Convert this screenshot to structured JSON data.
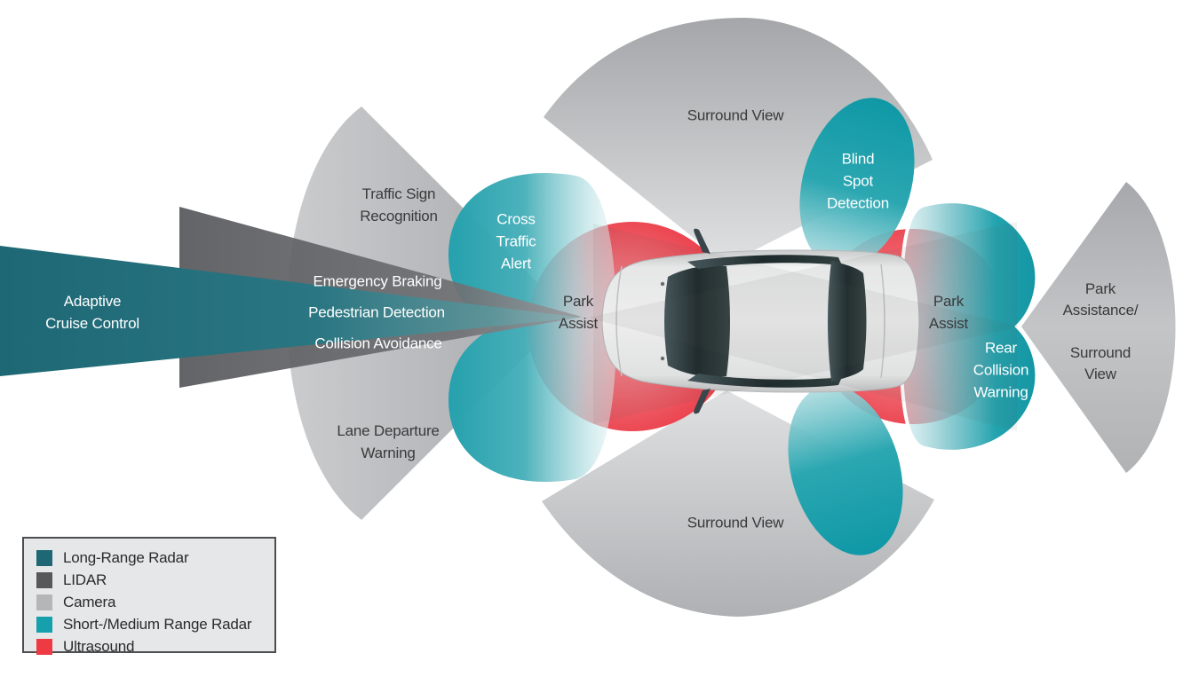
{
  "diagram": {
    "title": "ADAS sensor coverage diagram (car top view)",
    "zones": {
      "adaptive_cruise_control": {
        "label": "Adaptive\nCruise Control",
        "sensor": "Long-Range Radar"
      },
      "traffic_sign_recognition": {
        "label": "Traffic Sign\nRecognition",
        "sensor": "Camera"
      },
      "emergency_braking": {
        "label": "Emergency Braking",
        "sensor": "LIDAR"
      },
      "pedestrian_detection": {
        "label": "Pedestrian Detection",
        "sensor": "LIDAR"
      },
      "collision_avoidance": {
        "label": "Collision Avoidance",
        "sensor": "LIDAR"
      },
      "lane_departure_warning": {
        "label": "Lane Departure\nWarning",
        "sensor": "Camera"
      },
      "cross_traffic_alert": {
        "label": "Cross\nTraffic\nAlert",
        "sensor": "Short-/Medium Range Radar"
      },
      "park_assist_front": {
        "label": "Park\nAssist",
        "sensor": "Ultrasound"
      },
      "surround_view_top": {
        "label": "Surround View",
        "sensor": "Camera"
      },
      "blind_spot_detection": {
        "label": "Blind\nSpot\nDetection",
        "sensor": "Short-/Medium Range Radar"
      },
      "park_assist_rear": {
        "label": "Park\nAssist",
        "sensor": "Ultrasound"
      },
      "rear_collision_warning": {
        "label": "Rear\nCollision\nWarning",
        "sensor": "Short-/Medium Range Radar"
      },
      "park_assistance_surround_view": {
        "label": "Park Assistance/\n\nSurround View",
        "sensor": "Camera"
      },
      "surround_view_bottom": {
        "label": "Surround View",
        "sensor": "Camera"
      }
    },
    "legend": {
      "items": [
        {
          "label": "Long-Range Radar",
          "color": "#1d6874"
        },
        {
          "label": "LIDAR",
          "color": "#57585a"
        },
        {
          "label": "Camera",
          "color": "#b4b6b8"
        },
        {
          "label": "Short-/Medium Range Radar",
          "color": "#15a0ac"
        },
        {
          "label": "Ultrasound",
          "color": "#ee3a43"
        }
      ]
    },
    "palette": {
      "long_range_radar": "#1d6874",
      "lidar": "#57585a",
      "camera": "#b4b6b8",
      "short_medium_range_radar": "#15a0ac",
      "ultrasound": "#ee3a43",
      "label_dark": "#3a3a3b",
      "label_light": "#ffffff",
      "legend_background": "#e6e7e8"
    }
  }
}
